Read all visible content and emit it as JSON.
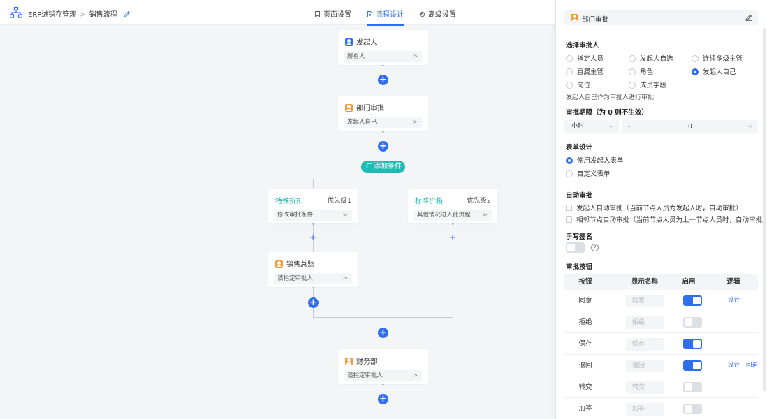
{
  "header": {
    "app_name": "ERP进销存管理",
    "separator": ">",
    "flow_name": "销售流程",
    "tabs": [
      {
        "label": "页面设置",
        "icon": "bookmark-icon",
        "active": false
      },
      {
        "label": "流程设计",
        "icon": "document-icon",
        "active": true
      },
      {
        "label": "高级设置",
        "icon": "gear-icon",
        "active": false
      }
    ]
  },
  "flow": {
    "initiator": {
      "title": "发起人",
      "content": "所有人"
    },
    "dept_approval": {
      "title": "部门审批",
      "content": "发起人自己"
    },
    "add_condition": "添加条件",
    "branches": [
      {
        "title": "特殊折扣",
        "priority": "优先级1",
        "content": "修改审批条件"
      },
      {
        "title": "标准价格",
        "priority": "优先级2",
        "content": "其他情况进入此流程"
      }
    ],
    "sales_director": {
      "title": "销售总监",
      "content": "请指定审批人"
    },
    "finance": {
      "title": "财务部",
      "content": "请指定审批人"
    },
    "chevron": ">"
  },
  "panel": {
    "node_title": "部门审批",
    "approver_section": "选择审批人",
    "approver_options": [
      "指定人员",
      "发起人自选",
      "连续多级主管",
      "直属主管",
      "角色",
      "发起人自己",
      "岗位",
      "成员字段"
    ],
    "approver_selected": "发起人自己",
    "approver_note": "发起人自己作为审批人进行审批",
    "deadline_section": "审批期限（为 0 则不生效）",
    "deadline_unit": "小时",
    "deadline_minus": "–",
    "deadline_value": "0",
    "deadline_plus": "+",
    "form_section": "表单设计",
    "form_options": [
      "使用发起人表单",
      "自定义表单"
    ],
    "form_selected": "使用发起人表单",
    "auto_section": "自动审批",
    "auto_options": [
      "发起人自动审批（当前节点人员为发起人时，自动审批）",
      "相邻节点自动审批（当前节点人员为上一节点人员时，自动审批）"
    ],
    "signature_section": "手写签名",
    "signature_help": "?",
    "signature_enabled": false,
    "buttons_section": "审批按钮",
    "table_headers": [
      "按钮",
      "显示名称",
      "启用",
      "逻辑"
    ],
    "table_rows": [
      {
        "button": "同意",
        "display": "同意",
        "enabled": true,
        "logic": [
          "设计"
        ]
      },
      {
        "button": "拒绝",
        "display": "拒绝",
        "enabled": false,
        "logic": []
      },
      {
        "button": "保存",
        "display": "保存",
        "enabled": true,
        "logic": []
      },
      {
        "button": "退回",
        "display": "退回",
        "enabled": true,
        "logic": [
          "设计",
          "回退"
        ]
      },
      {
        "button": "转交",
        "display": "转交",
        "enabled": false,
        "logic": []
      },
      {
        "button": "加签",
        "display": "加签",
        "enabled": false,
        "logic": []
      }
    ]
  },
  "colors": {
    "primary": "#2f6fed",
    "teal": "#1fbcb5",
    "orange": "#f29b3b",
    "background": "#f4f5f7"
  }
}
